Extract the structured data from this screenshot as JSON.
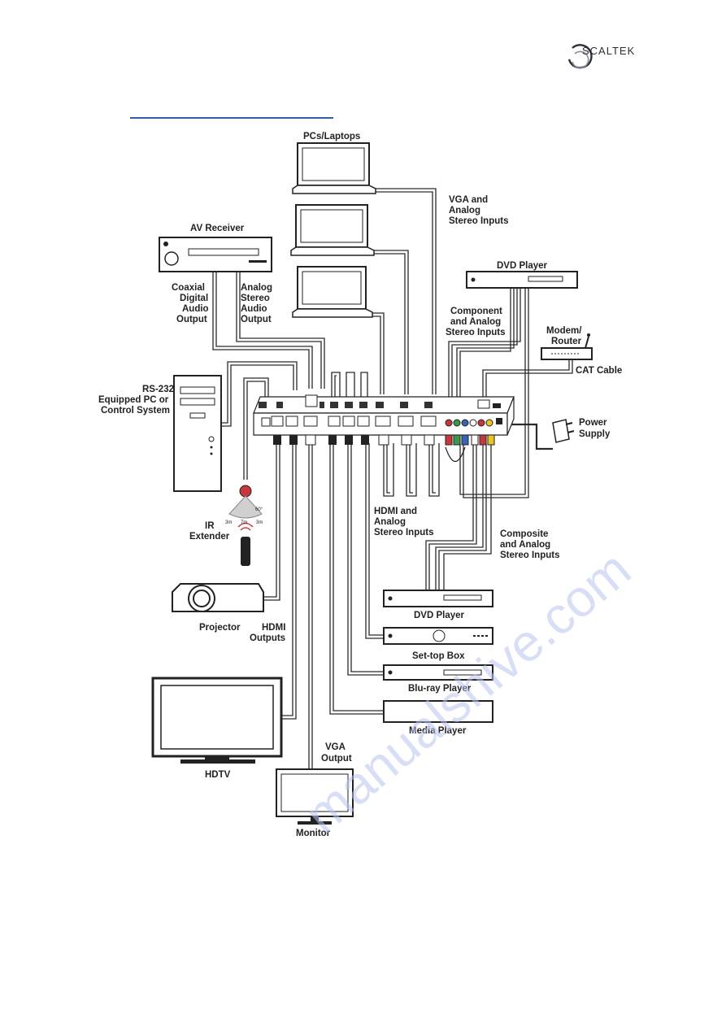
{
  "brand": {
    "name": "SCALTEK"
  },
  "watermark": "manualshive.com",
  "labels": {
    "pcs_laptops": "PCs/Laptops",
    "vga_analog_1": "VGA and",
    "vga_analog_2": "Analog",
    "vga_analog_3": "Stereo Inputs",
    "av_receiver": "AV Receiver",
    "coaxial_1": "Coaxial",
    "coaxial_2": "Digital",
    "coaxial_3": "Audio",
    "coaxial_4": "Output",
    "analog_out_1": "Analog",
    "analog_out_2": "Stereo",
    "analog_out_3": "Audio",
    "analog_out_4": "Output",
    "dvd_player_top": "DVD Player",
    "component_1": "Component",
    "component_2": "and Analog",
    "component_3": "Stereo Inputs",
    "modem_1": "Modem/",
    "modem_2": "Router",
    "cat_cable": "CAT Cable",
    "rs232_1": "RS-232",
    "rs232_2": "Equipped PC or",
    "rs232_3": "Control System",
    "power_1": "Power",
    "power_2": "Supply",
    "ir_1": "IR",
    "ir_2": "Extender",
    "ir_angle": "60°",
    "ir_d1": "3m",
    "ir_d2": "7m",
    "ir_d3": "3m",
    "hdmi_in_1": "HDMI and",
    "hdmi_in_2": "Analog",
    "hdmi_in_3": "Stereo Inputs",
    "composite_1": "Composite",
    "composite_2": "and Analog",
    "composite_3": "Stereo Inputs",
    "projector": "Projector",
    "hdmi_out_1": "HDMI",
    "hdmi_out_2": "Outputs",
    "dvd_player_bottom": "DVD Player",
    "settop": "Set-top Box",
    "bluray": "Blu-ray Player",
    "media_player": "Media Player",
    "hdtv": "HDTV",
    "vga_out_1": "VGA",
    "vga_out_2": "Output",
    "monitor": "Monitor"
  },
  "colors": {
    "line": "#2a2a2a",
    "heading_rule": "#2f5fa8",
    "watermark": "#b7c4ee",
    "rca_red": "#c8373b",
    "rca_green": "#3a9a4a",
    "rca_blue": "#3a63b8",
    "rca_white": "#ffffff",
    "rca_yellow": "#e8c520"
  }
}
